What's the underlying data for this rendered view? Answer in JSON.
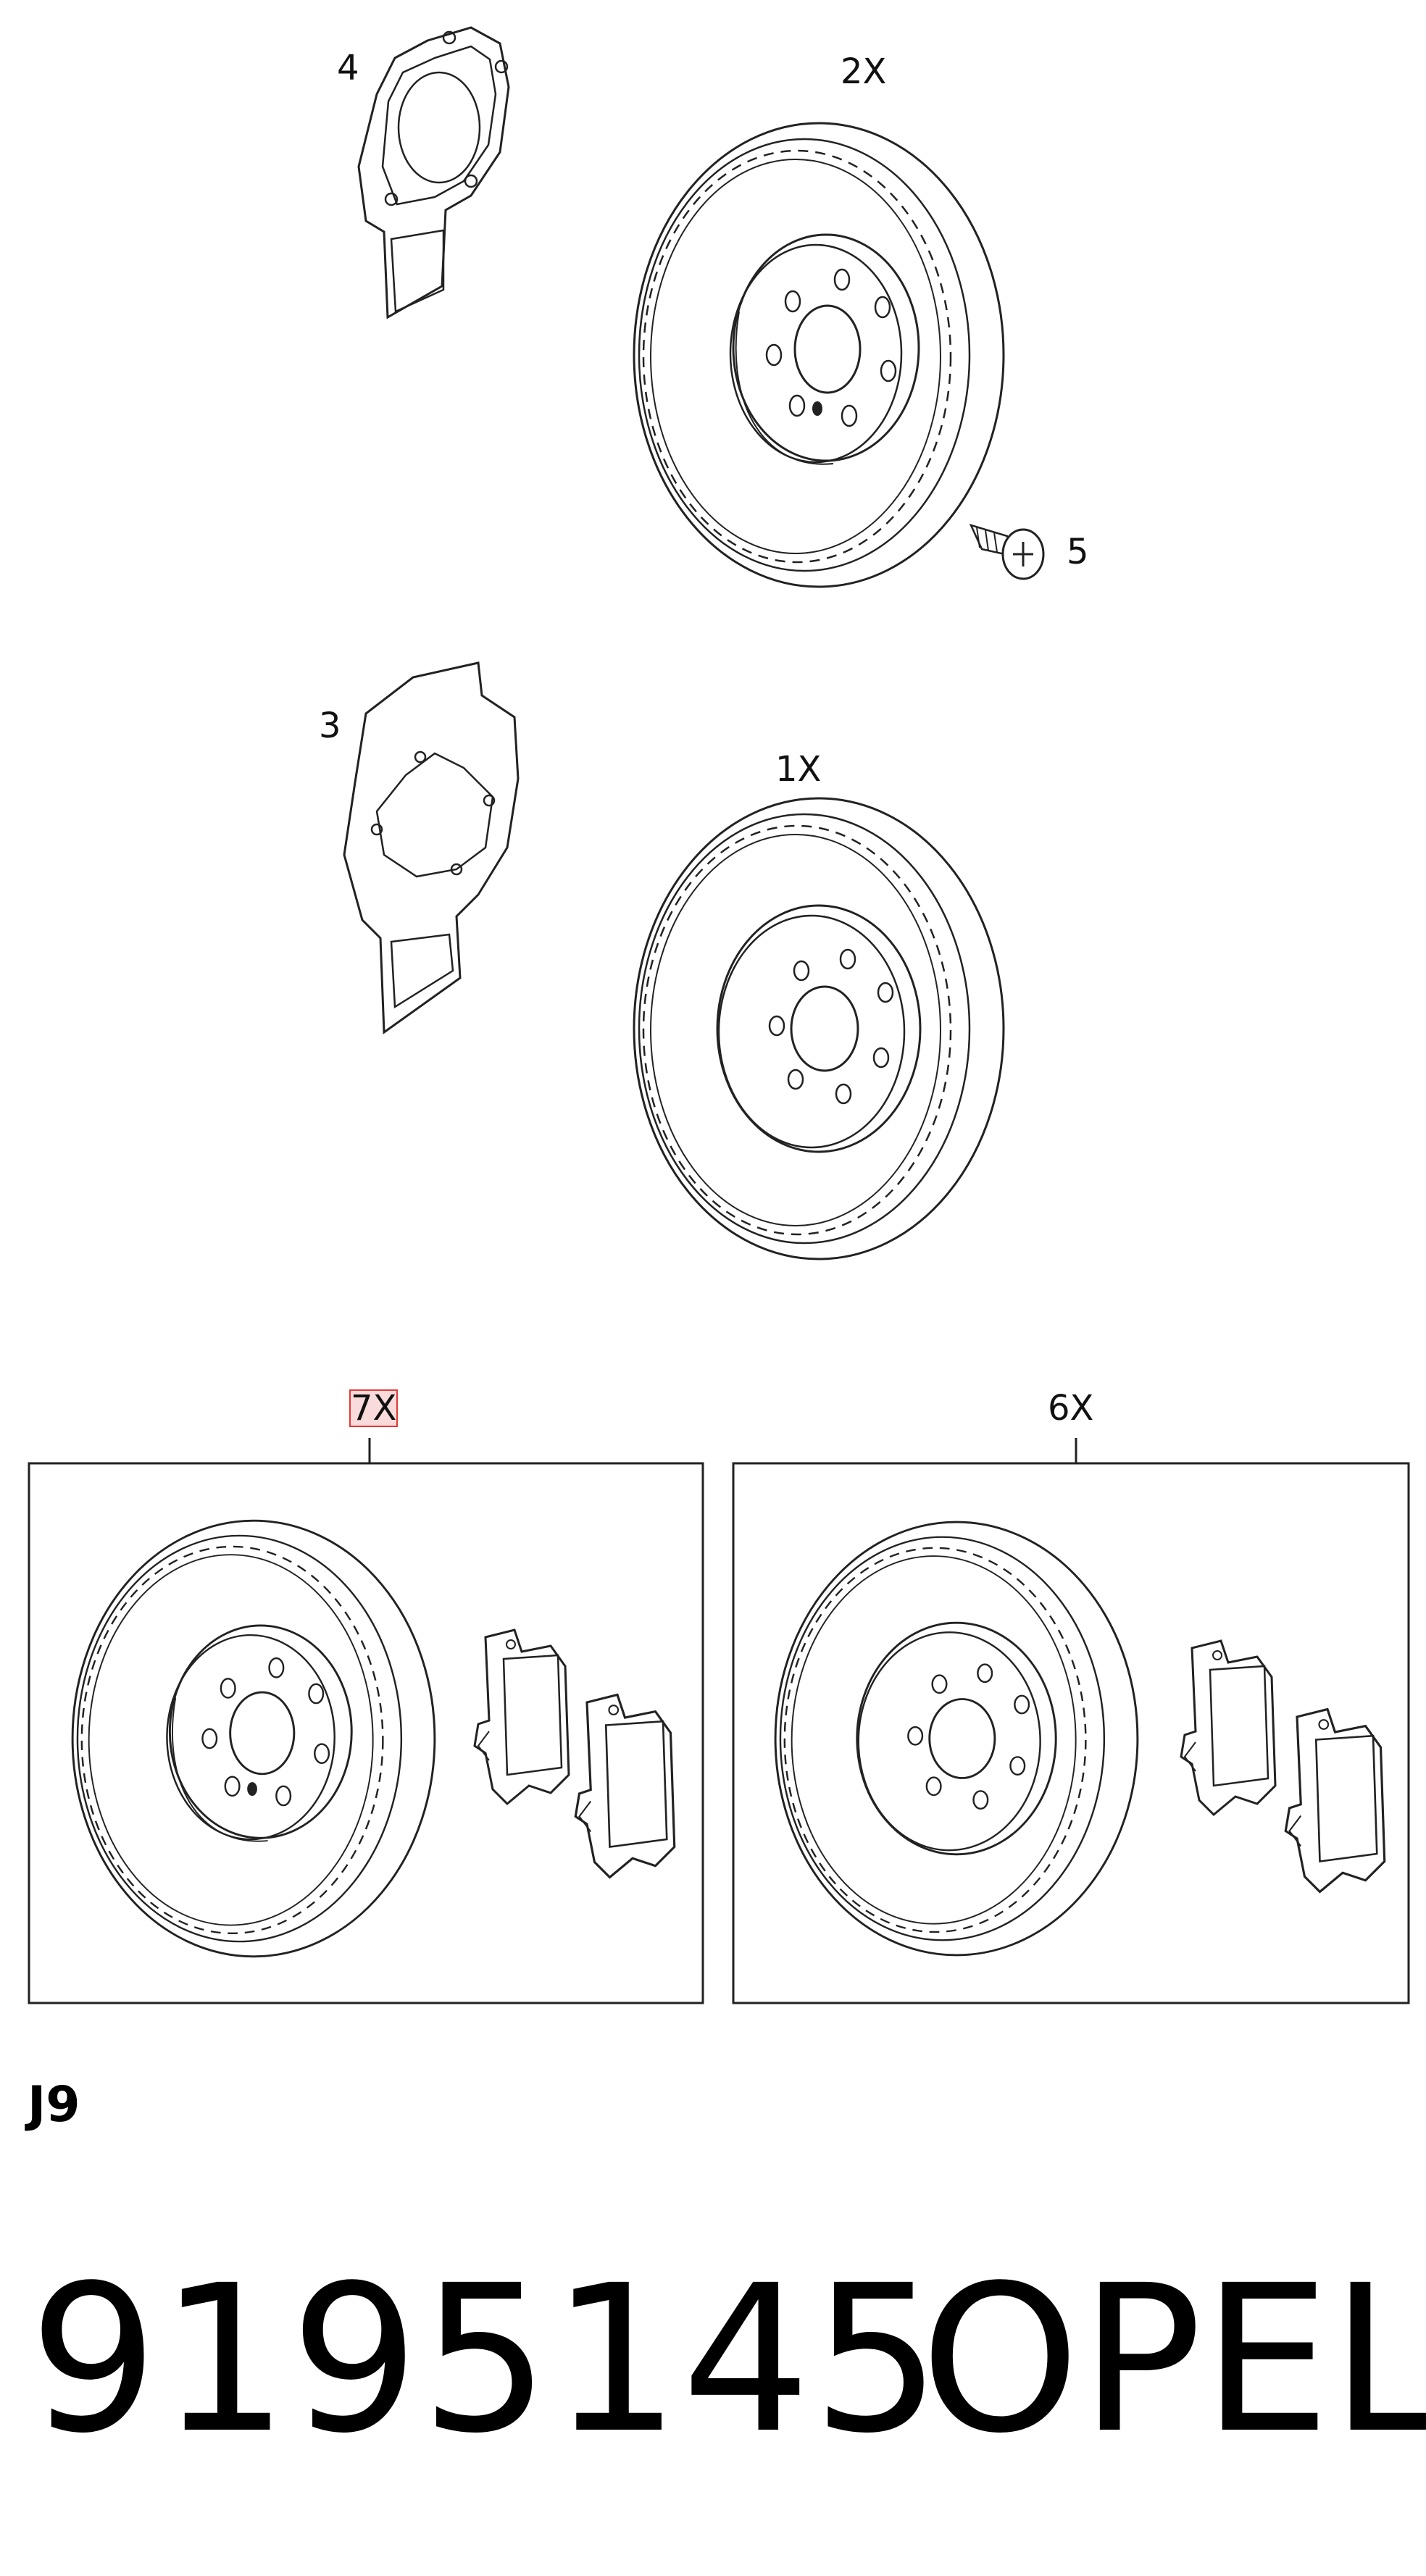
{
  "callouts": {
    "shield_upper": "4",
    "rotor_upper": "2X",
    "screw": "5",
    "shield_lower": "3",
    "rotor_lower": "1X",
    "kit_left": "7X",
    "kit_right": "6X"
  },
  "section_code": "J9",
  "part_number": "9195145",
  "brand": "OPEL",
  "highlighted_callout": "7X",
  "colors": {
    "line": "#222222",
    "highlight": "#e53935",
    "background": "#ffffff"
  }
}
